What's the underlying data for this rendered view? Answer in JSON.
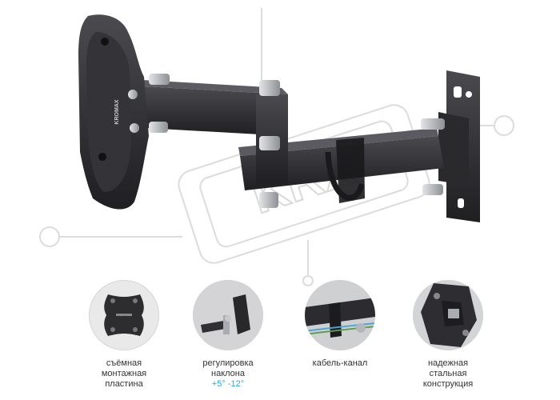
{
  "colors": {
    "metal_dark": "#2b2b2e",
    "metal_mid": "#3d3d41",
    "bolt": "#b9bcc0",
    "outline": "#dcdcdc",
    "accent": "#29a9e0"
  },
  "product_plate_label": "KROMAX",
  "watermark_text": "KRX",
  "features": [
    {
      "icon": "mounting-plate-icon",
      "lines": [
        "съёмная",
        "монтажная",
        "пластина"
      ],
      "accent_line": ""
    },
    {
      "icon": "tilt-adjust-icon",
      "lines": [
        "регулировка",
        "наклона"
      ],
      "accent_line": "+5° -12°"
    },
    {
      "icon": "cable-channel-icon",
      "lines": [
        "кабель-канал"
      ],
      "accent_line": ""
    },
    {
      "icon": "steel-construction-icon",
      "lines": [
        "надежная",
        "стальная",
        "конструкция"
      ],
      "accent_line": ""
    }
  ]
}
